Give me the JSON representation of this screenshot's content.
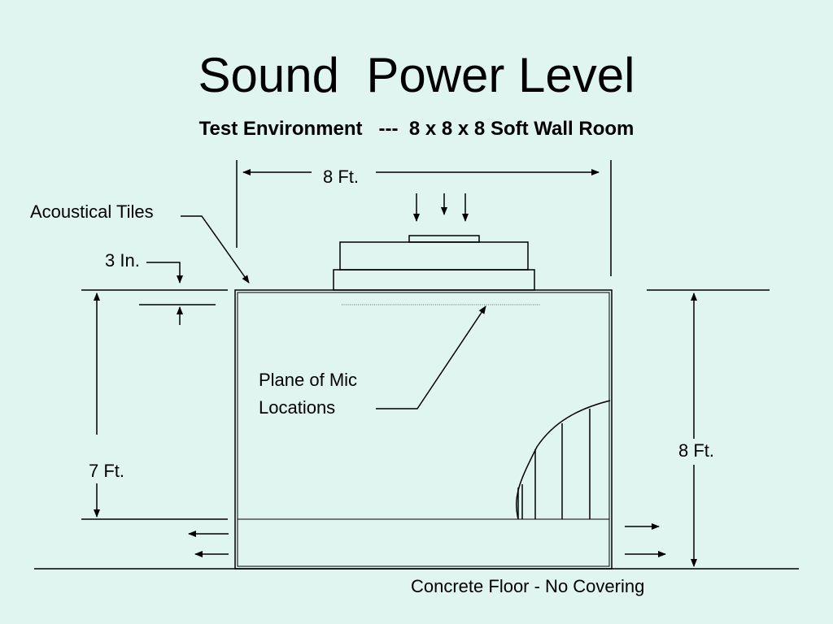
{
  "slide": {
    "title": "Sound  Power Level",
    "subtitle": "Test Environment   ---  8 x 8 x 8 Soft Wall Room"
  },
  "labels": {
    "width_dim": "8 Ft.",
    "acoustical_tiles": "Acoustical Tiles",
    "tile_depth": "3 In.",
    "mic_plane_line1": "Plane of Mic",
    "mic_plane_line2": "Locations",
    "mic_height": "7 Ft.",
    "room_height": "8 Ft.",
    "floor": "Concrete Floor  - No Covering"
  },
  "colors": {
    "background": "#e0f5ef",
    "ink": "#000000",
    "mic_plane": "#666666"
  }
}
